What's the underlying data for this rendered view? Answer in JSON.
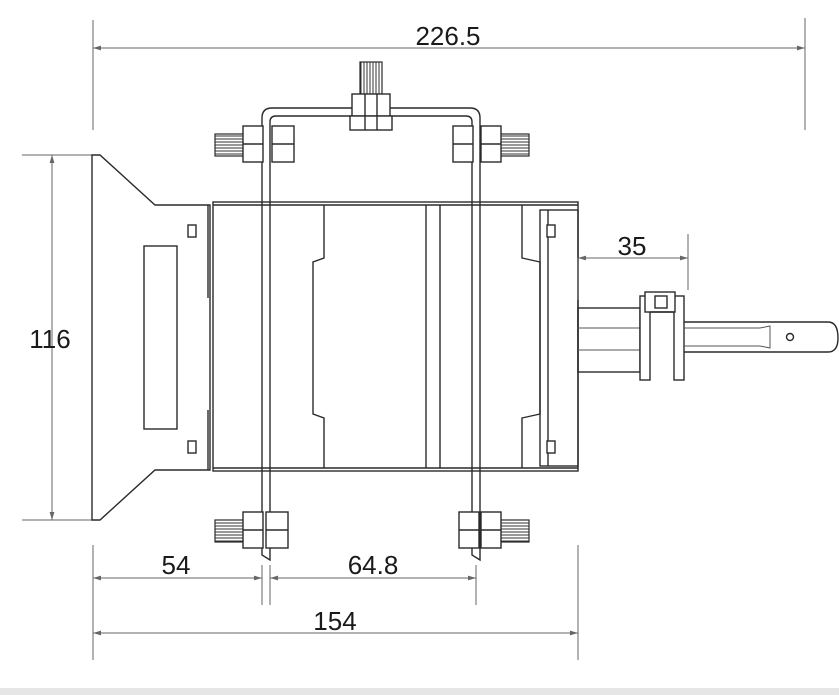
{
  "drawing": {
    "dimensions": {
      "overall_width": "226.5",
      "height": "116",
      "shaft_offset": "35",
      "left_offset": "54",
      "bracket_spacing": "64.8",
      "body_length": "154"
    }
  },
  "colors": {
    "line": "#2a2a2a",
    "dimension_line": "#666666",
    "background": "#ffffff"
  }
}
